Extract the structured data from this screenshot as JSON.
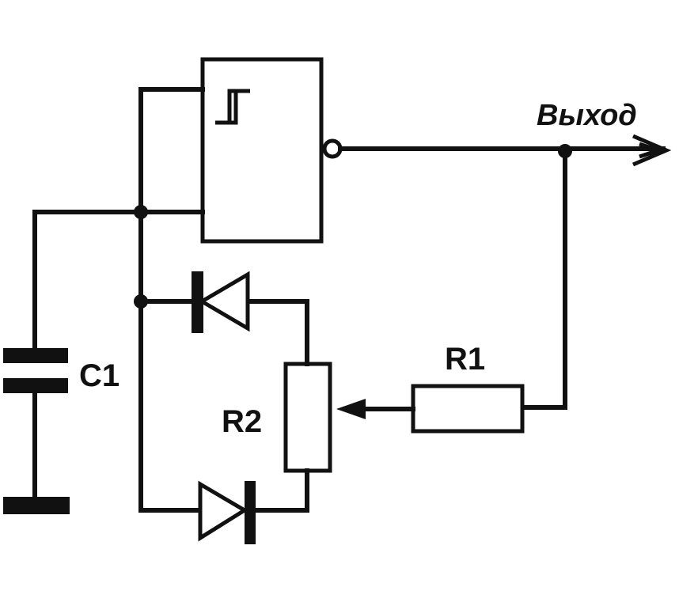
{
  "labels": {
    "output": "Выход",
    "c1": "C1",
    "r1": "R1",
    "r2": "R2"
  },
  "colors": {
    "line": "#111111",
    "background": "#ffffff"
  },
  "components": {
    "gate": "schmitt-trigger-inverter",
    "diodes": 2,
    "resistor": "R1",
    "potentiometer": "R2",
    "capacitor": "C1"
  }
}
